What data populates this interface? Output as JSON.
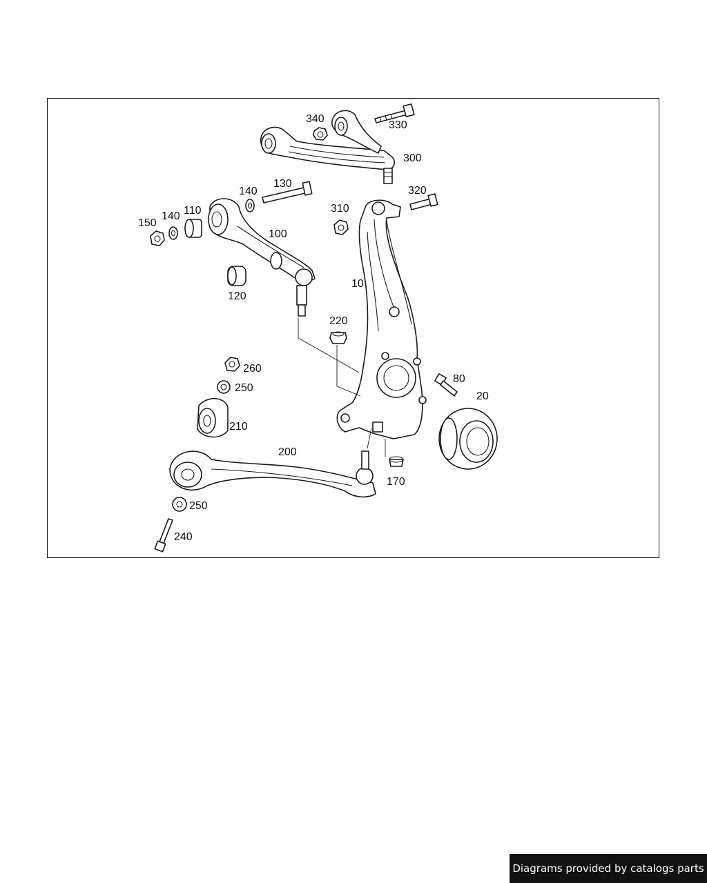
{
  "labels": {
    "l10": "10",
    "l20": "20",
    "l80": "80",
    "l100": "100",
    "l110": "110",
    "l120": "120",
    "l130": "130",
    "l140a": "140",
    "l140b": "140",
    "l150": "150",
    "l170": "170",
    "l200": "200",
    "l210": "210",
    "l220": "220",
    "l240": "240",
    "l250a": "250",
    "l250b": "250",
    "l260": "260",
    "l300": "300",
    "l310": "310",
    "l320": "320",
    "l330": "330",
    "l340": "340"
  },
  "credit": "Diagrams provided by catalogs parts",
  "colors": {
    "line": "#1a1a1a",
    "credit_bg": "#111111",
    "credit_text": "#ffffff"
  }
}
